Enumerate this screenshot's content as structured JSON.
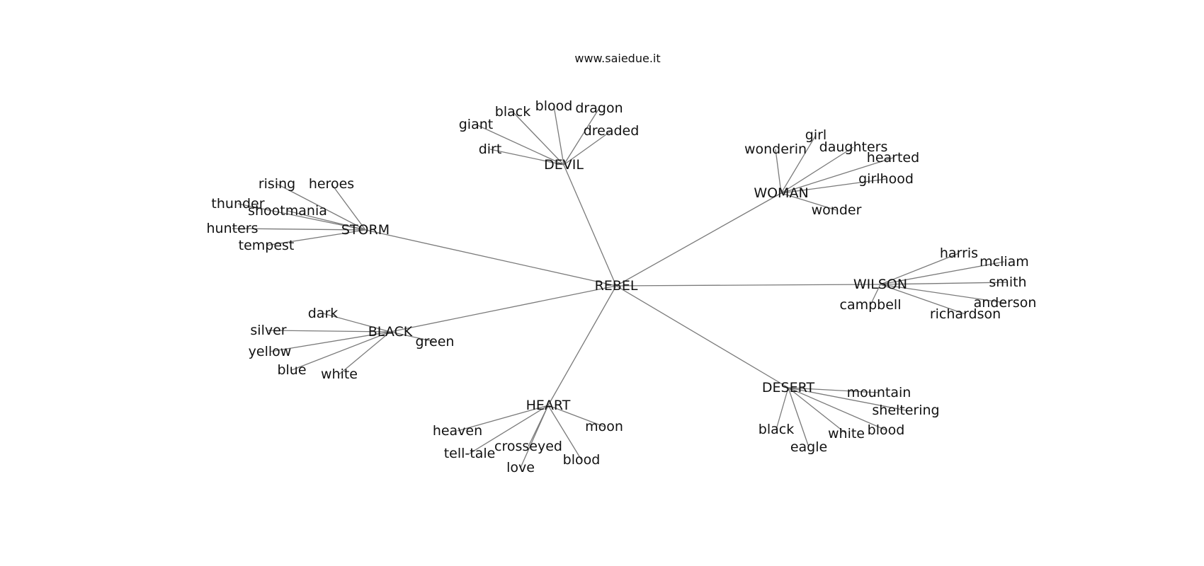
{
  "watermark": "www.saiedue.it",
  "root": "REBEL",
  "clusters": [
    {
      "label": "DEVIL",
      "leaves": [
        "dirt",
        "giant",
        "black",
        "blood",
        "dragon",
        "dreaded"
      ]
    },
    {
      "label": "WOMAN",
      "leaves": [
        "wonderin",
        "girl",
        "daughters",
        "hearted",
        "girlhood",
        "wonder"
      ]
    },
    {
      "label": "STORM",
      "leaves": [
        "rising",
        "heroes",
        "thunder",
        "shootmania",
        "hunters",
        "tempest"
      ]
    },
    {
      "label": "WILSON",
      "leaves": [
        "harris",
        "mcliam",
        "smith",
        "anderson",
        "richardson",
        "campbell"
      ]
    },
    {
      "label": "BLACK",
      "leaves": [
        "dark",
        "silver",
        "yellow",
        "blue",
        "white",
        "green"
      ]
    },
    {
      "label": "DESERT",
      "leaves": [
        "mountain",
        "sheltering",
        "blood",
        "white",
        "eagle",
        "black"
      ]
    },
    {
      "label": "HEART",
      "leaves": [
        "heaven",
        "tell-tale",
        "crosseyed",
        "love",
        "blood",
        "moon"
      ]
    }
  ]
}
